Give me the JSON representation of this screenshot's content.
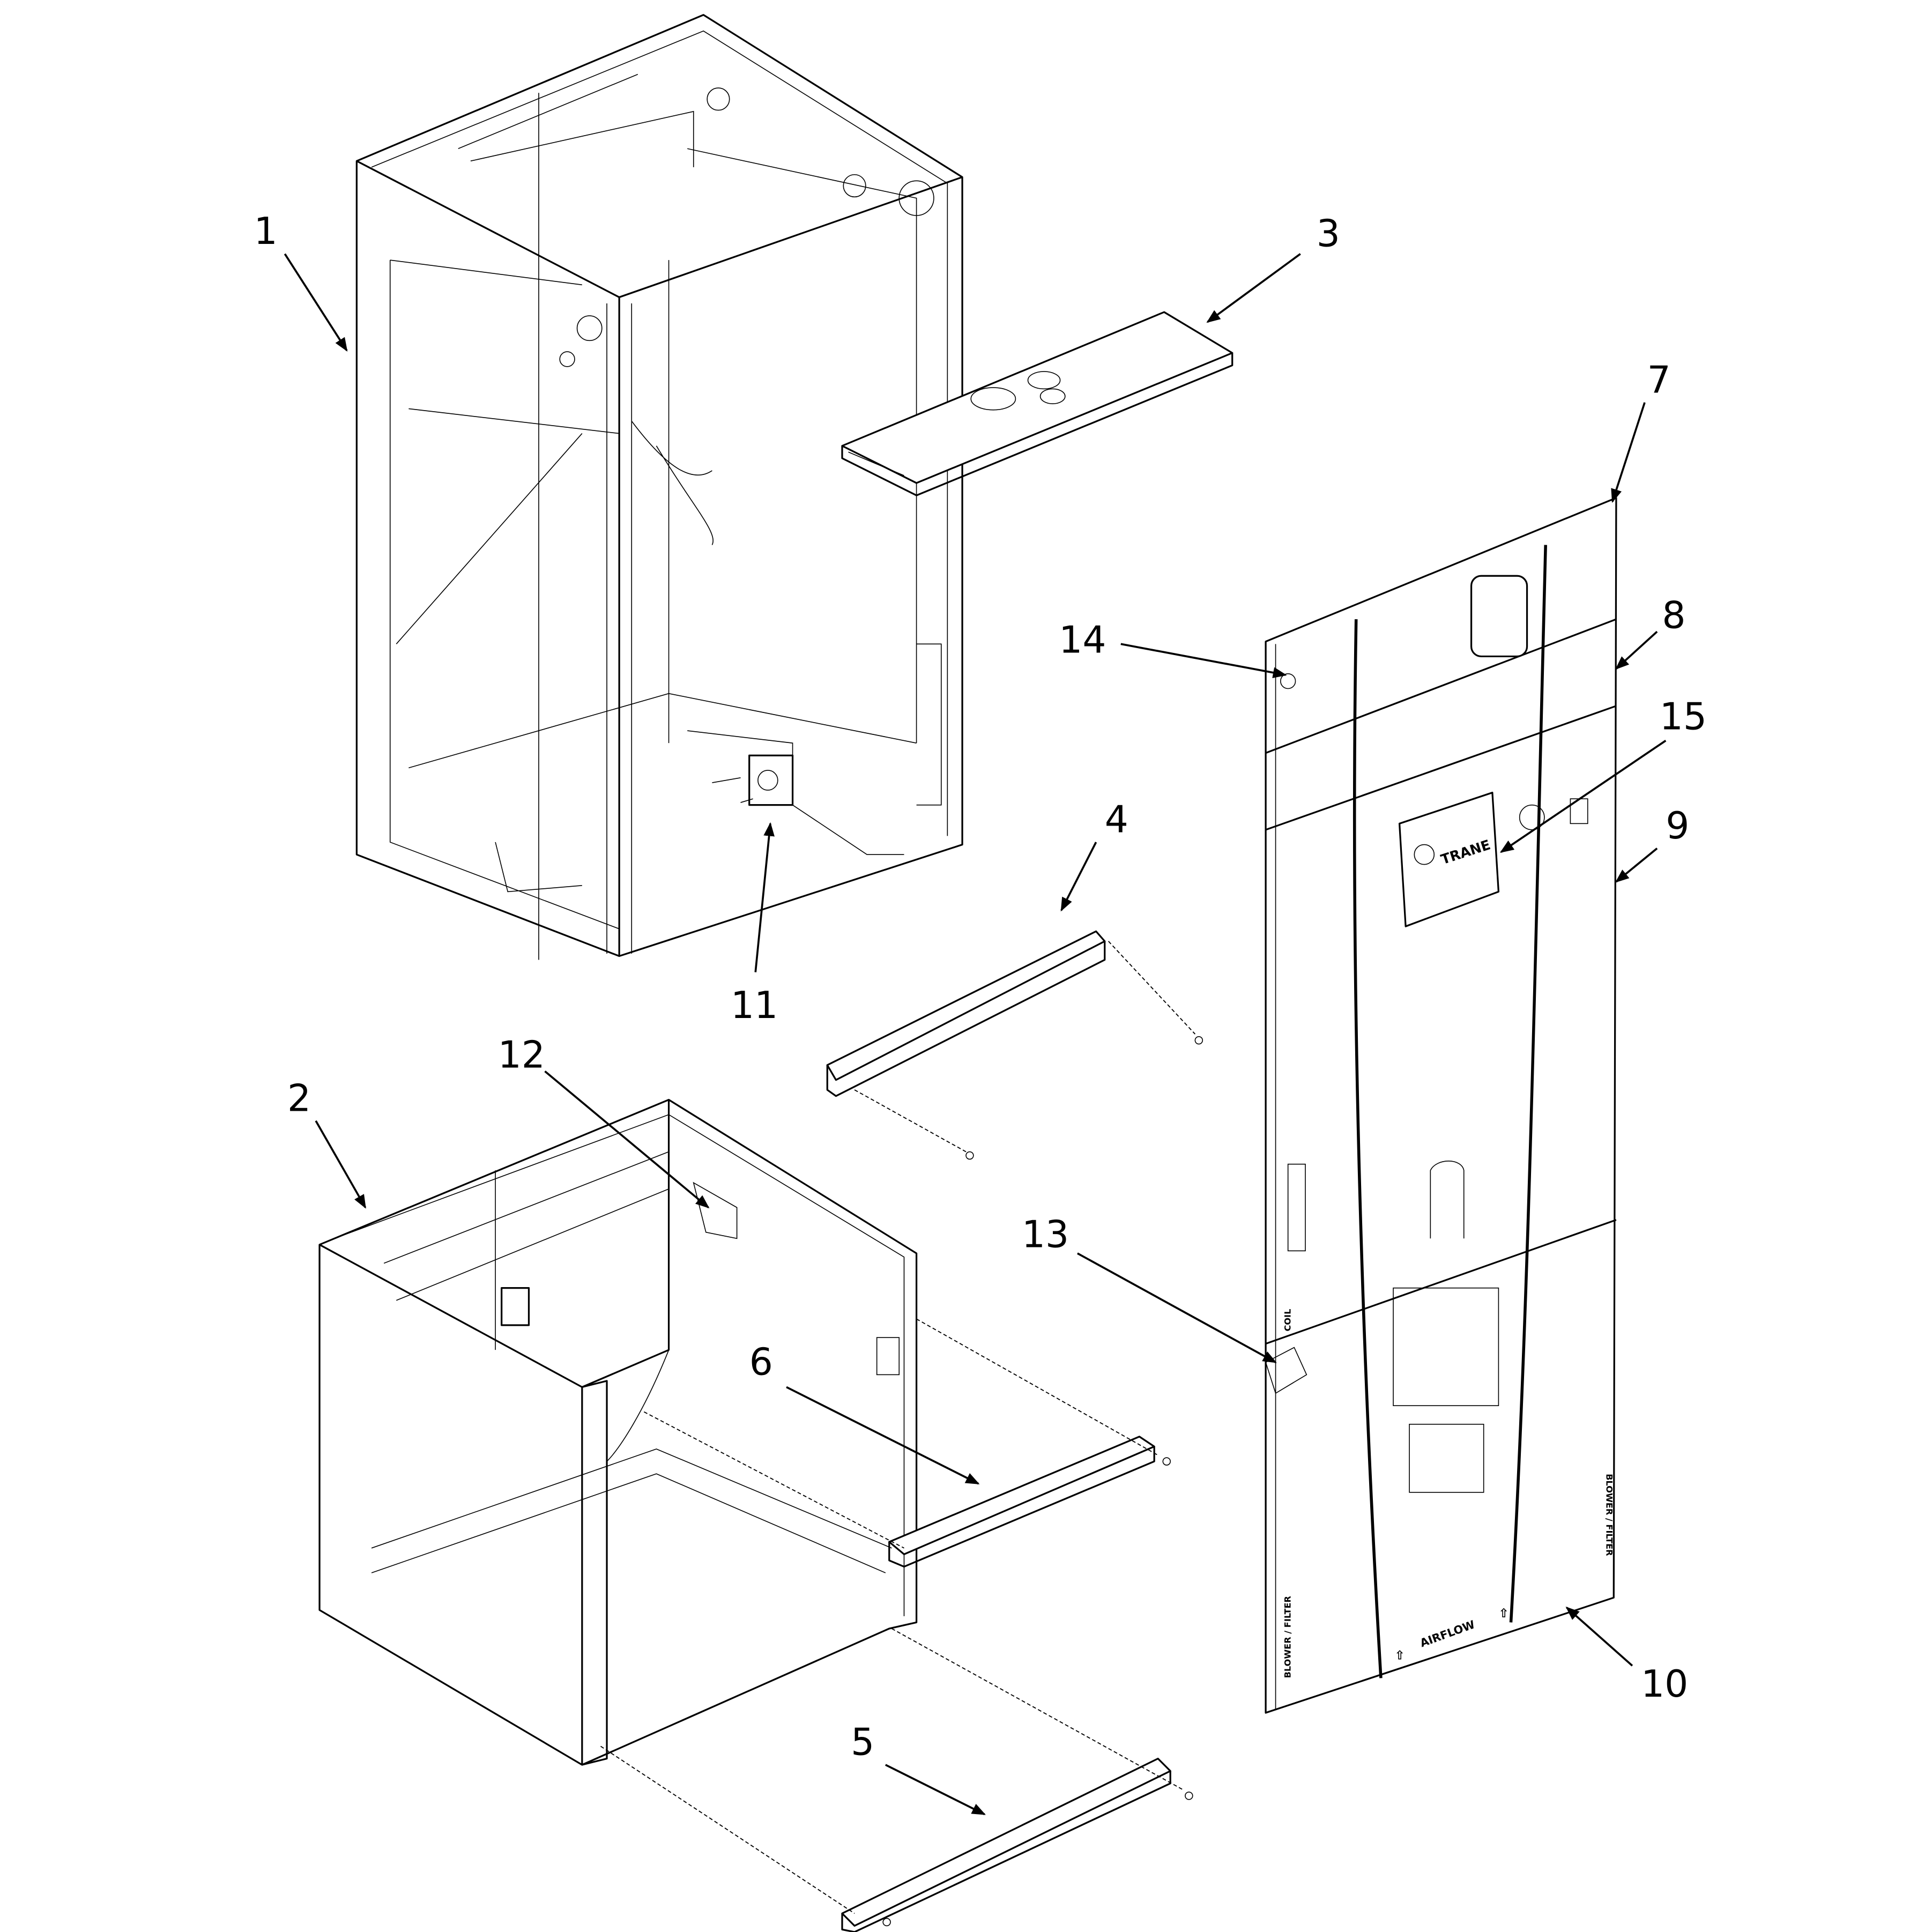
{
  "diagram": {
    "callouts": [
      "1",
      "2",
      "3",
      "4",
      "5",
      "6",
      "7",
      "8",
      "9",
      "10",
      "11",
      "12",
      "13",
      "14",
      "15"
    ],
    "panel_labels": {
      "logo": "TRANE",
      "airflow": "AIRFLOW",
      "blower_filter_left": "BLOWER / FILTER",
      "blower_filter_right": "BLOWER / FILTER",
      "coil": "COIL"
    },
    "line_color": "#000000",
    "background_color": "#ffffff"
  }
}
